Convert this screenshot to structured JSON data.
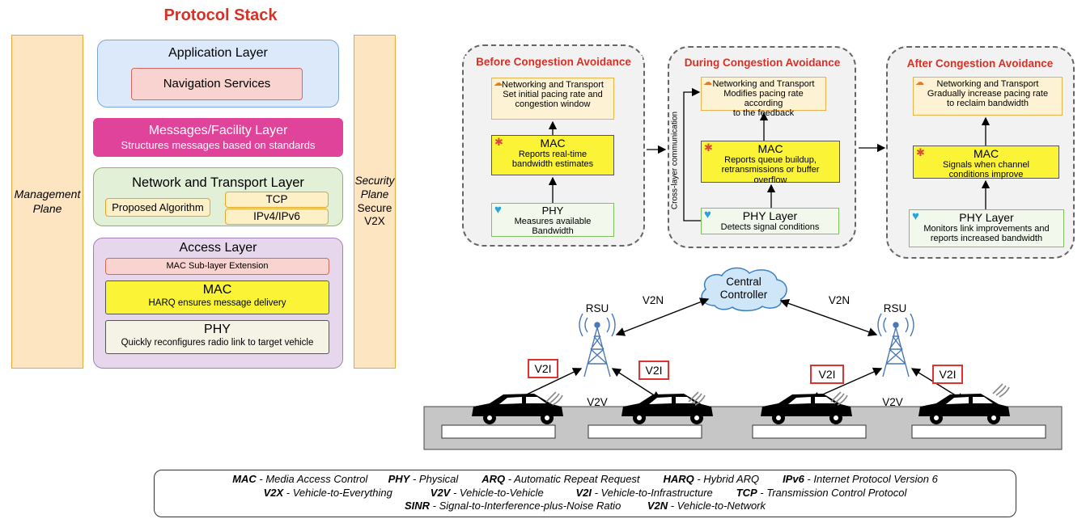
{
  "protocol_stack": {
    "title": "Protocol Stack",
    "management_plane": [
      "Management",
      "Plane"
    ],
    "security_plane": [
      "Security",
      "Plane",
      "Secure",
      "V2X"
    ],
    "application_layer": {
      "title": "Application Layer",
      "service": "Navigation Services"
    },
    "messages_layer": {
      "title": "Messages/Facility Layer",
      "subtitle": "Structures messages based on standards"
    },
    "network_layer": {
      "title": "Network and Transport  Layer",
      "algorithm": "Proposed Algorithm",
      "tcp": "TCP",
      "ip": "IPv4/IPv6"
    },
    "access_layer": {
      "title": "Access Layer",
      "mac_ext": "MAC Sub-layer Extension",
      "mac_title": "MAC",
      "mac_desc": "HARQ ensures message delivery",
      "phy_title": "PHY",
      "phy_desc": "Quickly reconfigures radio link to target vehicle"
    }
  },
  "phases": [
    {
      "title": "Before Congestion Avoidance",
      "net": [
        "Networking and Transport",
        "Set initial pacing rate and",
        "congestion window"
      ],
      "mac_title": "MAC",
      "mac": [
        "Reports real-time",
        "bandwidth estimates"
      ],
      "phy_title": "PHY",
      "phy": [
        "Measures available",
        "Bandwidth"
      ]
    },
    {
      "title": "During Congestion Avoidance",
      "net": [
        "Networking and Transport",
        "Modifies pacing rate according",
        "to the feedback"
      ],
      "mac_title": "MAC",
      "mac": [
        "Reports queue buildup,",
        "retransmissions or buffer",
        "overflow"
      ],
      "phy_title": "PHY Layer",
      "phy": [
        "Detects signal conditions"
      ],
      "side_label": "Cross-layer communication"
    },
    {
      "title": "After Congestion Avoidance",
      "net": [
        "Networking and Transport",
        "Gradually increase pacing rate",
        "to reclaim bandwidth"
      ],
      "mac_title": "MAC",
      "mac": [
        "Signals when channel",
        "conditions improve"
      ],
      "phy_title": "PHY Layer",
      "phy": [
        "Monitors link improvements and",
        "reports increased bandwidth"
      ]
    }
  ],
  "network": {
    "controller": [
      "Central",
      "Controller"
    ],
    "rsu_left": "RSU",
    "rsu_right": "RSU",
    "v2n_left": "V2N",
    "v2n_right": "V2N",
    "v2i": [
      "V2I",
      "V2I",
      "V2I",
      "V2I"
    ],
    "v2v_left": "V2V",
    "v2v_right": "V2V"
  },
  "legend": {
    "line1": [
      {
        "abbr": "MAC",
        "full": " - Media Access Control"
      },
      {
        "abbr": "PHY",
        "full": " - Physical"
      },
      {
        "abbr": "ARQ",
        "full": " - Automatic Repeat Request"
      },
      {
        "abbr": "HARQ",
        "full": " - Hybrid ARQ"
      },
      {
        "abbr": "IPv6",
        "full": " - Internet Protocol Version 6"
      }
    ],
    "line2": [
      {
        "abbr": "V2X",
        "full": " - Vehicle-to-Everything"
      },
      {
        "abbr": "V2V",
        "full": " - Vehicle-to-Vehicle"
      },
      {
        "abbr": "V2I",
        "full": " - Vehicle-to-Infrastructure"
      },
      {
        "abbr": "TCP",
        "full": " - Transmission Control Protocol"
      }
    ],
    "line3": [
      {
        "abbr": "SINR",
        "full": " - Signal-to-Interference-plus-Noise Ratio"
      },
      {
        "abbr": "V2N",
        "full": " - Vehicle-to-Network"
      }
    ]
  },
  "colors": {
    "title_red": "#d93025",
    "mac_yellow": "#fbf336",
    "messages_magenta": "#e0439a"
  }
}
